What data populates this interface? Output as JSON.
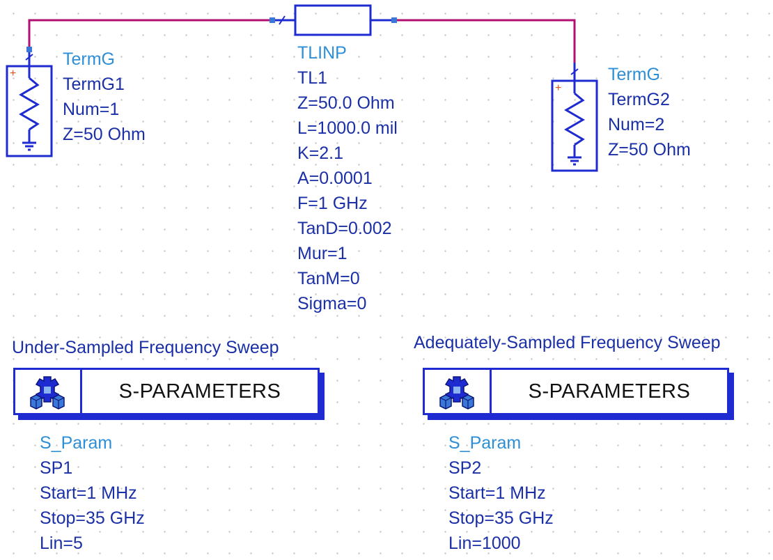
{
  "components": {
    "term1": {
      "type": "TermG",
      "instance": "TermG1",
      "params": [
        "Num=1",
        "Z=50 Ohm"
      ]
    },
    "tline": {
      "type": "TLINP",
      "instance": "TL1",
      "params": [
        "Z=50.0 Ohm",
        "L=1000.0 mil",
        "K=2.1",
        "A=0.0001",
        "F=1 GHz",
        "TanD=0.002",
        "Mur=1",
        "TanM=0",
        "Sigma=0"
      ]
    },
    "term2": {
      "type": "TermG",
      "instance": "TermG2",
      "params": [
        "Num=2",
        "Z=50 Ohm"
      ]
    }
  },
  "simulations": [
    {
      "title": "Under-Sampled Frequency Sweep",
      "box_label": "S-PARAMETERS",
      "type": "S_Param",
      "instance": "SP1",
      "params": [
        "Start=1 MHz",
        "Stop=35 GHz",
        "Lin=5"
      ]
    },
    {
      "title": "Adequately-Sampled Frequency Sweep",
      "box_label": "S-PARAMETERS",
      "type": "S_Param",
      "instance": "SP2",
      "params": [
        "Start=1 MHz",
        "Stop=35 GHz",
        "Lin=1000"
      ]
    }
  ],
  "colors": {
    "wire": "#b01070",
    "component": "#1d2bd0",
    "component_name": "#2f8fd6",
    "parameter_text": "#1b2fa6",
    "plus_marker": "#e05010",
    "pin": "#3a78d8"
  },
  "icons": {
    "simulation": "gear-icon",
    "ground": "ground-icon"
  }
}
